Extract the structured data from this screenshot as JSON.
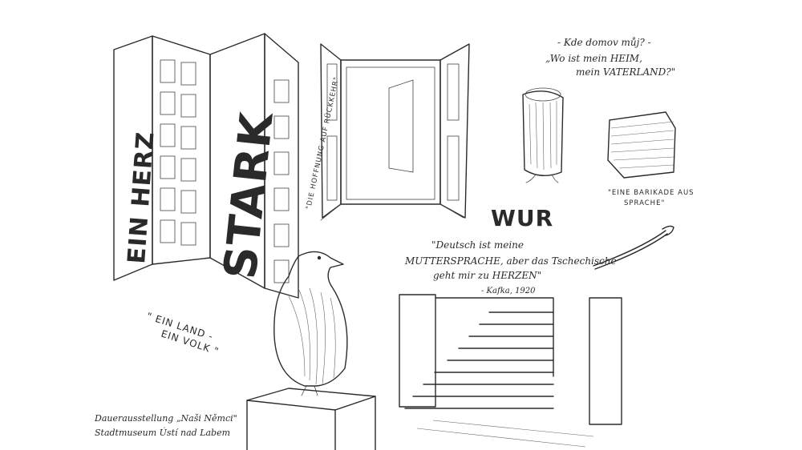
{
  "screen": {
    "panel_text_1": "EIN HERZ",
    "panel_text_2": "STARK",
    "door_caption": "\"DIE HOFFNUNG AUF RÜCKKEHR\"",
    "quote_heimat_line1": "- Kde domov můj? -",
    "quote_heimat_line2": "„Wo ist mein HEIM,",
    "quote_heimat_line3": "mein VATERLAND?\"",
    "barricade_caption_line1": "\"EINE BARIKADE AUS",
    "barricade_caption_line2": "SPRACHE\"",
    "wur_label": "WUR",
    "kafka_line1": "\"Deutsch ist meine",
    "kafka_line2": "MUTTERSPRACHE, aber das Tschechische",
    "kafka_line3": "geht mir zu HERZEN\"",
    "kafka_attribution": "- Kafka, 1920",
    "volk_line1": "\" EIN LAND -",
    "volk_line2": "EIN VOLK \"",
    "credit_line1": "Dauerausstellung „Naši Němci\"",
    "credit_line2": "Stadtmuseum Ústí nad Labem"
  },
  "colors": {
    "ink": "#2b2b2b",
    "paper": "#ffffff"
  }
}
